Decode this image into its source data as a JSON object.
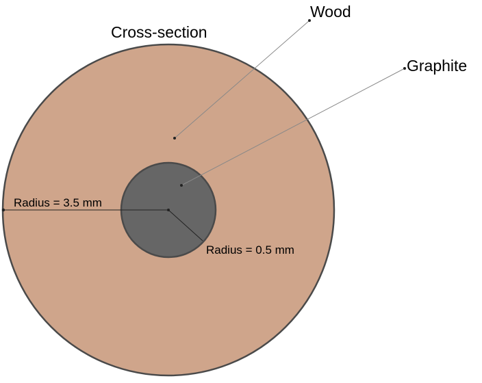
{
  "diagram": {
    "title": "Cross-section",
    "materials": {
      "outer": {
        "name": "Wood",
        "fill": "#cfa58b"
      },
      "inner": {
        "name": "Graphite",
        "fill": "#666666"
      }
    },
    "outline_color": "#4a4a4a",
    "leader_color": "#888888",
    "radius_labels": {
      "outer": "Radius = 3.5 mm",
      "inner": "Radius = 0.5 mm"
    }
  }
}
